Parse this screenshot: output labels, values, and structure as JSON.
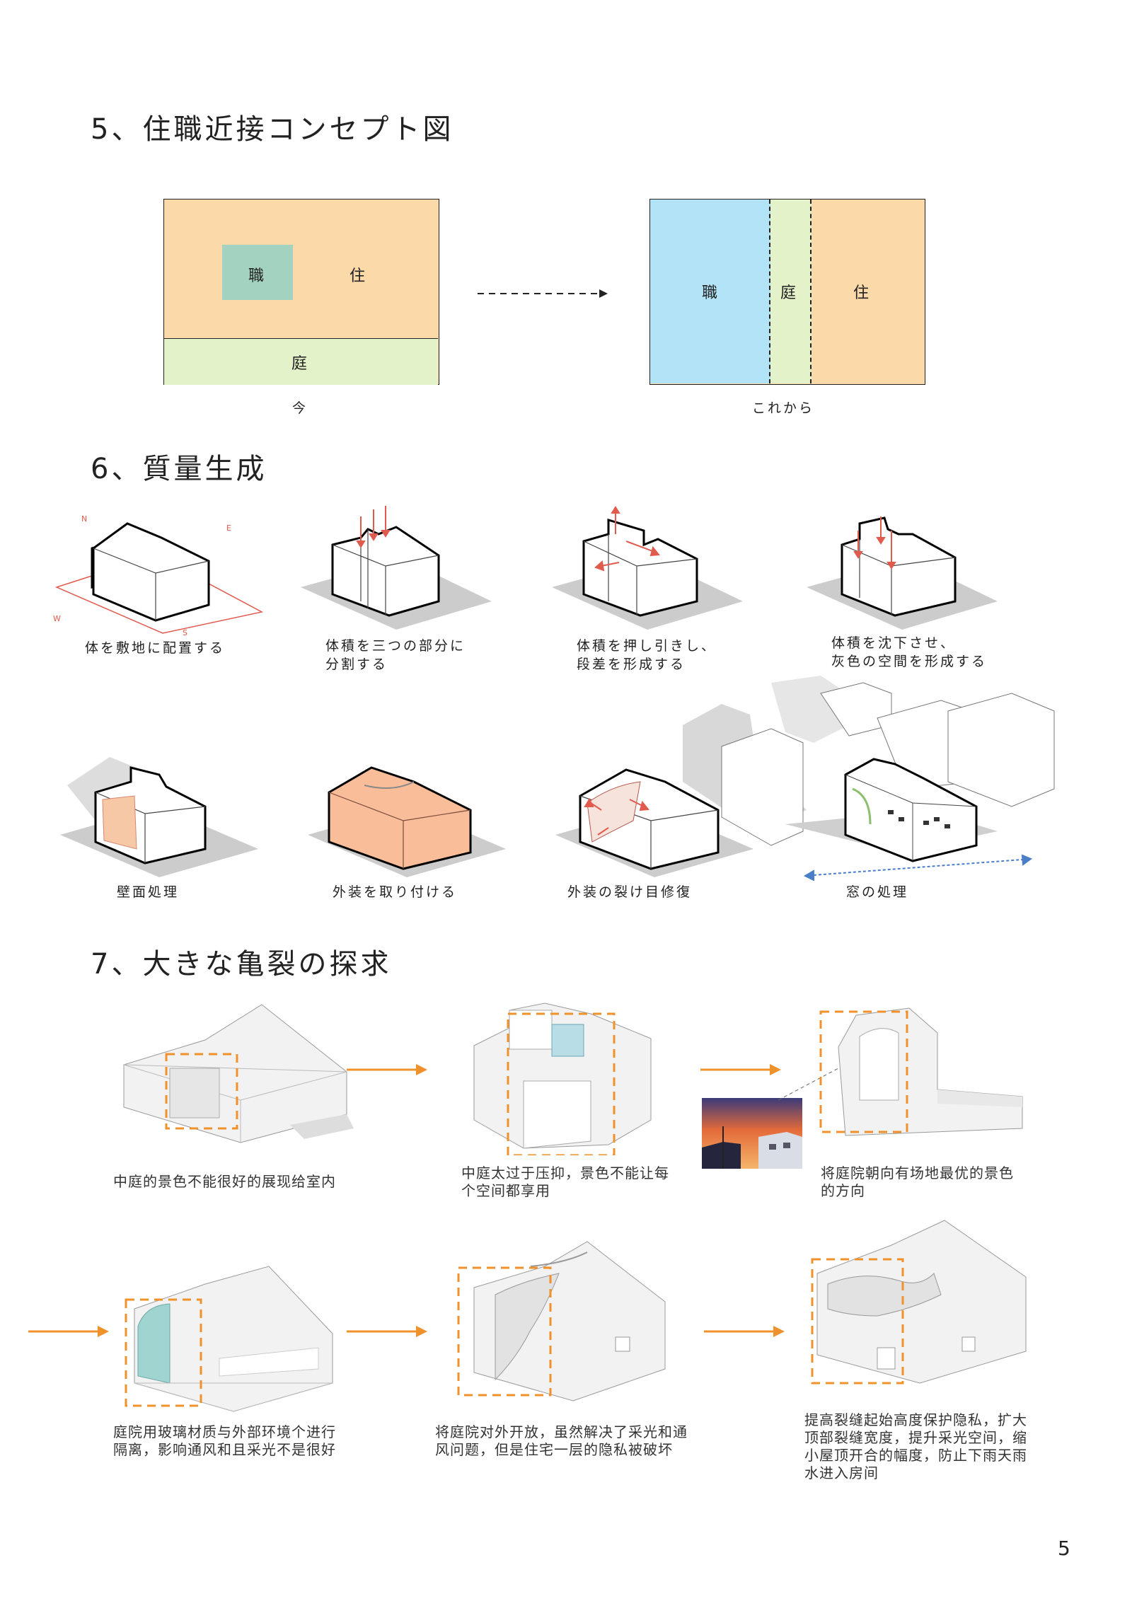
{
  "sections": {
    "s5_title": "5、住職近接コンセプト図",
    "s6_title": "6、質量生成",
    "s7_title": "7、大きな亀裂の探求"
  },
  "concept": {
    "now": {
      "work": "職",
      "live": "住",
      "garden": "庭",
      "caption": "今"
    },
    "future": {
      "work": "職",
      "garden": "庭",
      "live": "住",
      "caption": "これから"
    },
    "colors": {
      "live": "#fbd9a8",
      "work_now": "#a3d3c0",
      "garden": "#e3f2c9",
      "work_future": "#b3e3f7",
      "arrow": "#222222"
    }
  },
  "mass": {
    "compass": {
      "n": "N",
      "e": "E",
      "w": "W",
      "s": "S"
    },
    "captions": [
      "体を敷地に配置する",
      "体積を三つの部分に\n分割する",
      "体積を押し引きし、\n段差を形成する",
      "体積を沈下させ、\n灰色の空間を形成する",
      "壁面処理",
      "外装を取り付ける",
      "外装の裂け目修復",
      "窓の処理"
    ],
    "colors": {
      "accent": "#e15a4e",
      "facade": "#f9bd9a",
      "window_arrow": "#4a7ec9"
    }
  },
  "crack": {
    "captions": [
      "中庭的景色不能很好的展现给室内",
      "中庭太过于压抑，景色不能让每\n个空间都享用",
      "将庭院朝向有场地最优的景色\n的方向",
      "庭院用玻璃材质与外部环境个进行\n隔离，影响通风和且采光不是很好",
      "将庭院对外开放，虽然解决了采光和通\n风问题，但是住宅一层的隐私被破坏",
      "提高裂缝起始高度保护隐私，扩大\n顶部裂缝宽度，提升采光空间，缩\n小屋顶开合的幅度，防止下雨天雨\n水进入房间"
    ],
    "colors": {
      "arrow": "#f0922b",
      "highlight": "#f0922b",
      "glass": "#9fd4d0"
    }
  },
  "page_number": "5"
}
